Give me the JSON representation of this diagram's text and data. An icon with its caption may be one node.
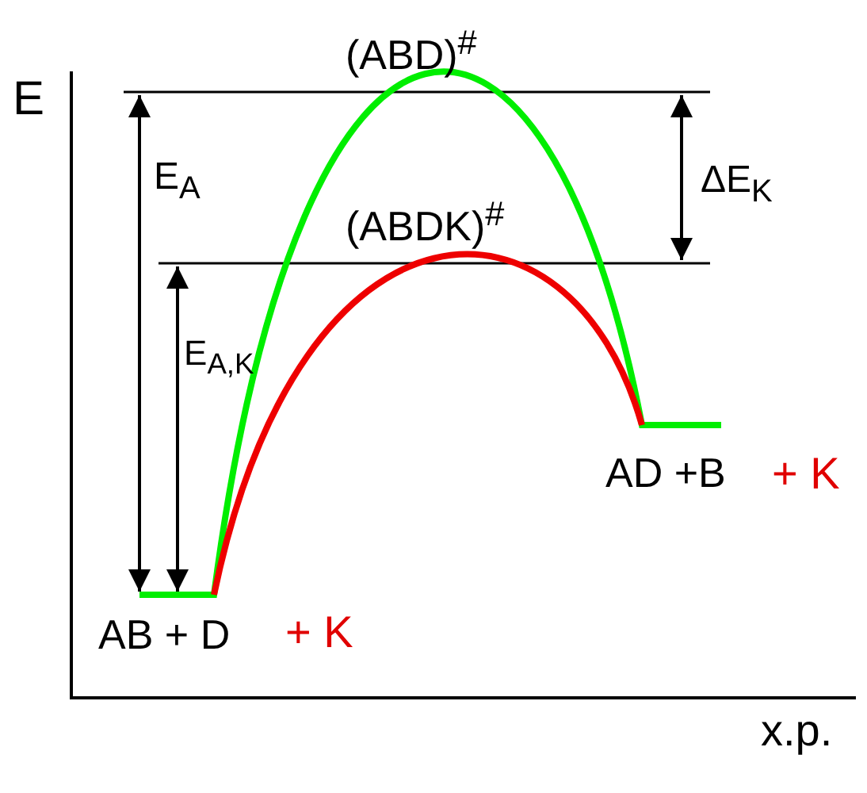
{
  "diagram": {
    "labels": [
      "E",
      "(ABD)$^{#}$",
      "(ABDK)$^{#}$",
      "E$_{A}$",
      "ΔE$_{K}$",
      "E$_{A,K}$",
      "AD +B",
      "+ K",
      "AB + D",
      "+ K",
      "x.p."
    ]
  }
}
